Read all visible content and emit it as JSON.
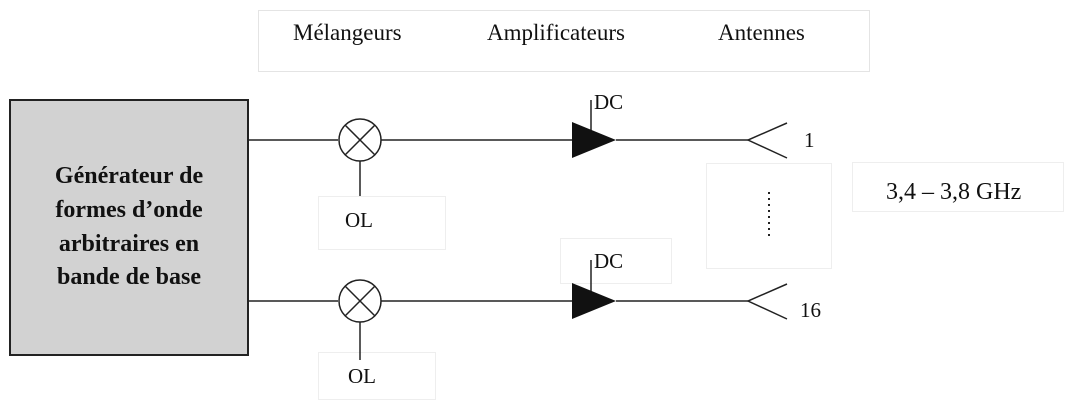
{
  "header": {
    "mixers": "Mélangeurs",
    "amplifiers": "Amplificateurs",
    "antennas": "Antennes"
  },
  "generator": {
    "lines": [
      "Générateur de",
      "formes d’onde",
      "arbitraires en",
      "bande de base"
    ]
  },
  "channels": [
    {
      "oscillator": "OL",
      "amp_supply": "DC",
      "antenna": "1"
    },
    {
      "oscillator": "OL",
      "amp_supply": "DC",
      "antenna": "16"
    }
  ],
  "frequency_band": "3,4 – 3,8 GHz",
  "colors": {
    "generator_fill": "#d2d2d2",
    "line": "#222222"
  }
}
